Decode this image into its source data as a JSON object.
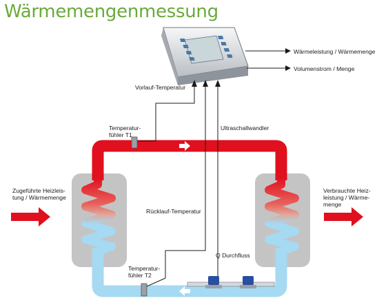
{
  "title": "Wärmemengenmessung",
  "labels": {
    "output_heat": "Wärmeleistung / Wärmemenge",
    "output_flow": "Volumenstrom / Menge",
    "supply_temp": "Vorlauf-Temperatur",
    "sensor_t1_line1": "Temperatur-",
    "sensor_t1_line2": "fühler T1",
    "ultrasonic": "Ultraschallwandler",
    "supplied_line1": "Zugeführte Heizleis-",
    "supplied_line2": "tung / Wärmemenge",
    "consumed_line1": "Verbrauchte Heiz-",
    "consumed_line2": "leistung / Wärme-",
    "consumed_line3": "menge",
    "return_temp": "Rücklauf-Temperatur",
    "flow": "Q Durchfluss",
    "sensor_t2_line1": "Temperatur-",
    "sensor_t2_line2": "fühler T2"
  },
  "colors": {
    "title": "#6aaa3a",
    "supply_pipe": "#e0101e",
    "return_pipe": "#a6d9f2",
    "exchanger_box": "#c4c4c4"
  }
}
